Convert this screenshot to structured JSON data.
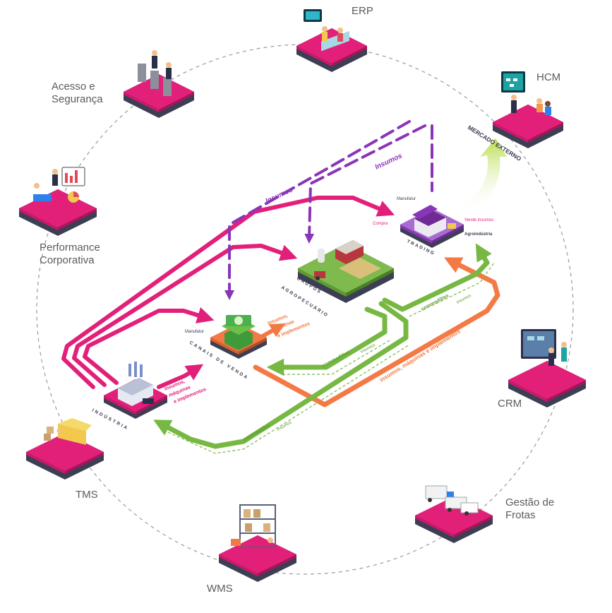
{
  "ring_modules": {
    "erp": "ERP",
    "hcm": "HCM",
    "acesso_line1": "Acesso e",
    "acesso_line2": "Segurança",
    "performance_line1": "Performance",
    "performance_line2": "Corporativa",
    "crm": "CRM",
    "gestao_line1": "Gestão de",
    "gestao_line2": "Frotas",
    "tms": "TMS",
    "wms": "WMS"
  },
  "nodes": {
    "trading": "TRADING",
    "trading_top": "Manufatur",
    "trading_left": "Compra",
    "trading_right": "Vende insumos",
    "trading_bottom": "Agroindústria",
    "grupos_line1": "GRUPOS",
    "grupos_line2": "AGROPECUÁRIO",
    "canais": "CANAIS DE VENDA",
    "canais_small": "Manufatur",
    "industria": "INDÚSTRIA",
    "mercado_externo": "MERCADO EXTERNO"
  },
  "flows": {
    "insumos_a": "Insumos",
    "insumos_b": "Insumos",
    "canais_flow_1": "insumos,",
    "canais_flow_2": "máquinas",
    "canais_flow_3": "e implementos",
    "industria_flow_1": "insumos,",
    "industria_flow_2": "máquinas",
    "industria_flow_3": "e implementos",
    "long_orange": "insumos, máquinas e implementos",
    "commodities_1": "commodities",
    "commodities_2": "commodities",
    "commodities_3": "commodities",
    "insumos_g1": "insumos",
    "insumos_g2": "insumos",
    "insumos_g3": "insumos"
  },
  "colors": {
    "magenta": "#e2207a",
    "purple": "#8a35b8",
    "green": "#77b843",
    "orange": "#f37a45",
    "platform_dark": "#3c3e53"
  }
}
